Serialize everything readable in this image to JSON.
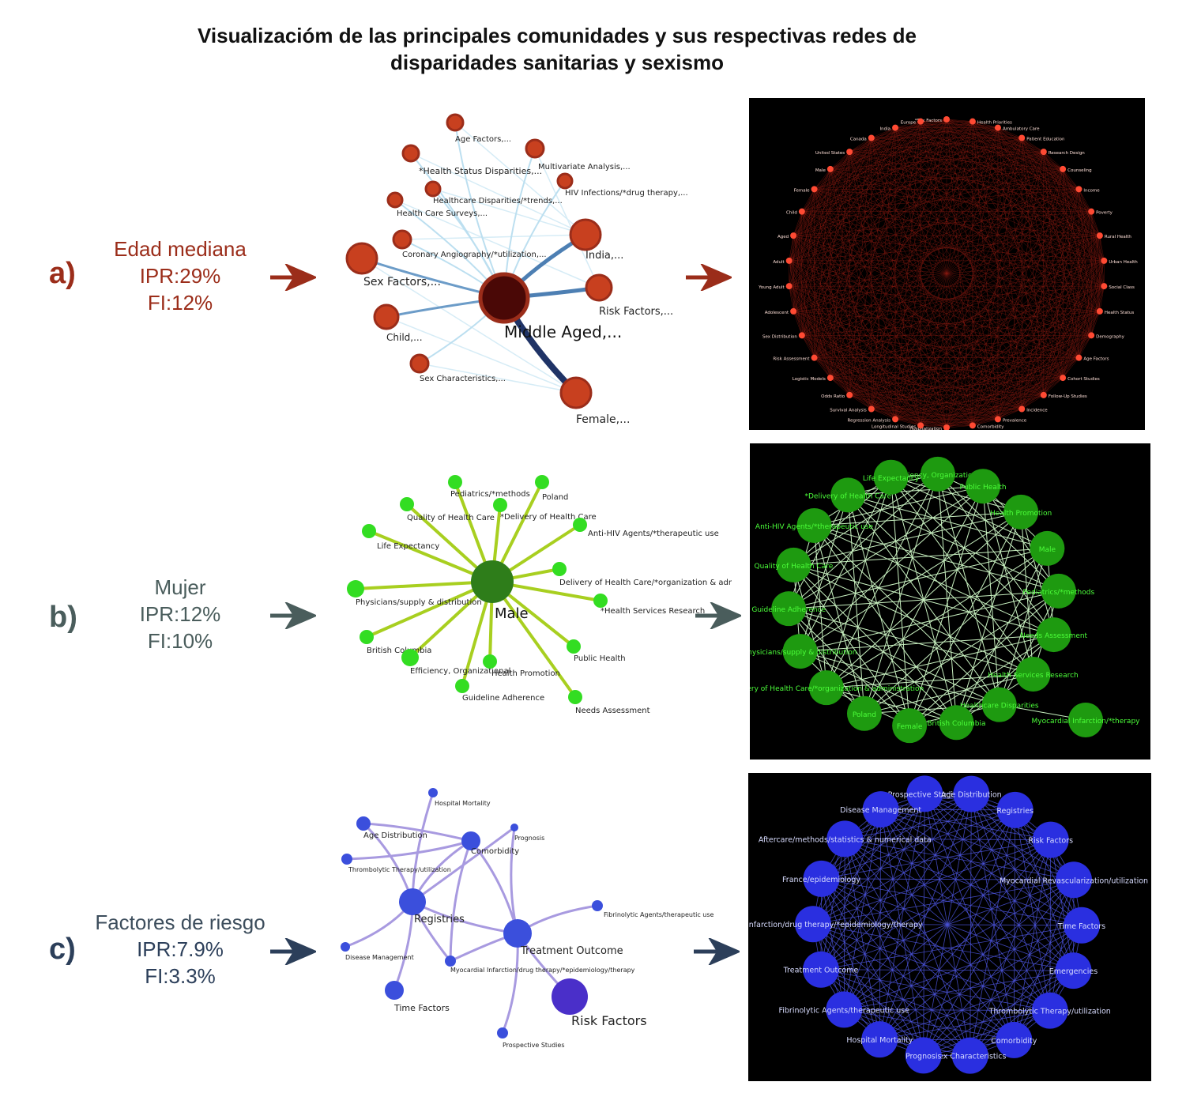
{
  "title_line1": "Visualizacióm de las principales comunidades y sus respectivas redes de",
  "title_line2": "disparidades sanitarias y sexismo",
  "rows": [
    {
      "letter": "a)",
      "name": "Edad mediana",
      "ipr": "IPR:29%",
      "fi": "FI:12%",
      "color": "#9b2d1a",
      "letter_color": "#9b2d1a",
      "star": {
        "center": "Middle Aged,...",
        "nodes": [
          "Age Factors,...",
          "*Health Status Disparities,...",
          "Multivariate Analysis,...",
          "Healthcare Disparities/*trends,...",
          "HIV Infections/*drug therapy,...",
          "Health Care Surveys,...",
          "India,...",
          "Coronary Angiography/*utilization,...",
          "Sex Factors,...",
          "Risk Factors,...",
          "Child,...",
          "Sex Characteristics,...",
          "Female,..."
        ]
      }
    },
    {
      "letter": "b)",
      "name": "Mujer",
      "ipr": "IPR:12%",
      "fi": "FI:10%",
      "color": "#4a5d5c",
      "letter_color": "#4a5d5c",
      "star": {
        "center": "Male",
        "nodes": [
          "Pediatrics/*methods",
          "Poland",
          "Quality of Health Care",
          "*Delivery of Health Care",
          "Anti-HIV Agents/*therapeutic use",
          "Life Expectancy",
          "Delivery of Health Care/*organization & adr",
          "Physicians/supply & distribution",
          "*Health Services Research",
          "British Columbia",
          "Public Health",
          "Efficiency, Organizational",
          "Health Promotion",
          "Guideline Adherence",
          "Needs Assessment"
        ]
      },
      "circle": [
        "Efficiency, Organizational",
        "Public Health",
        "Health Promotion",
        "Male",
        "Pediatrics/*methods",
        "Needs Assessment",
        "Health Services Research",
        "Healthcare Disparities",
        "British Columbia",
        "Female",
        "Poland",
        "Delivery of Health Care/*organization & administration",
        "Physicians/supply & distribution",
        "Guideline Adherence",
        "Quality of Health Care",
        "Anti-HIV Agents/*therapeutic use",
        "*Delivery of Health Care",
        "Life Expectancy"
      ],
      "outlier": "Myocardial Infarction/*therapy"
    },
    {
      "letter": "c)",
      "name": "Factores de riesgo",
      "ipr": "IPR:7.9%",
      "fi": "FI:3.3%",
      "color": "#2c3f5a",
      "letter_color": "#2c3f5a",
      "net": {
        "nodes": [
          "Hospital Mortality",
          "Age Distribution",
          "Prognosis",
          "Comorbidity",
          "Thrombolytic Therapy/utilization",
          "Registries",
          "Fibrinolytic Agents/therapeutic use",
          "Treatment Outcome",
          "Disease Management",
          "Myocardial Infarction/drug therapy/*epidemiology/therapy",
          "Time Factors",
          "Risk Factors",
          "Prospective Studies"
        ]
      },
      "circle": [
        "Prospective Studies",
        "Age Distribution",
        "Registries",
        "Risk Factors",
        "Myocardial Revascularization/utilization",
        "Time Factors",
        "Emergencies",
        "Thrombolytic Therapy/utilization",
        "Comorbidity",
        "Sex Characteristics",
        "Prognosis",
        "Hospital Mortality",
        "Fibrinolytic Agents/therapeutic use",
        "Treatment Outcome",
        "Myocardial Infarction/drug therapy/*epidemiology/therapy",
        "France/epidemiology",
        "Aftercare/methods/statistics & numerical data",
        "Disease Management"
      ]
    }
  ],
  "red_circle_labels": [
    "*Sex Factors",
    "Health Priorities",
    "Ambulatory Care",
    "Patient Education",
    "Research Design",
    "Counseling",
    "Income",
    "Poverty",
    "Rural Health",
    "Urban Health",
    "Social Class",
    "Health Status",
    "Demography",
    "Age Factors",
    "Cohort Studies",
    "Follow-Up Studies",
    "Incidence",
    "Prevalence",
    "Comorbidity",
    "Hospitalization",
    "Longitudinal Studies",
    "Regression Analysis",
    "Survival Analysis",
    "Odds Ratio",
    "Logistic Models",
    "Risk Assessment",
    "Sex Distribution",
    "Adolescent",
    "Young Adult",
    "Adult",
    "Aged",
    "Child",
    "Female",
    "Male",
    "United States",
    "Canada",
    "India",
    "Europe"
  ]
}
